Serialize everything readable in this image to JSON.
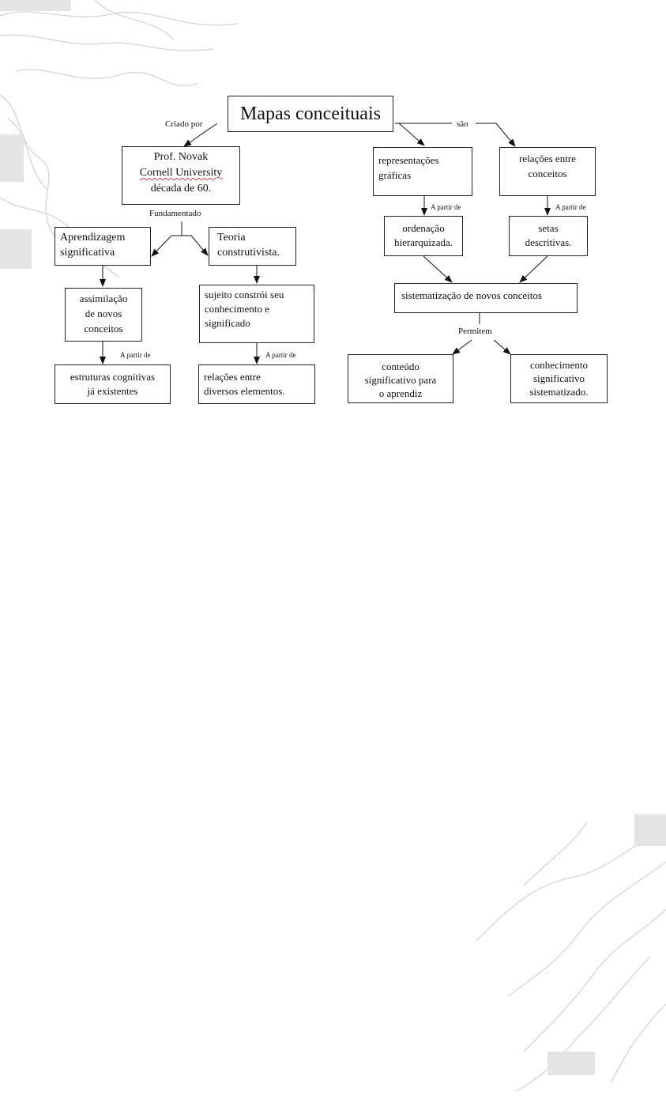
{
  "title": "Mapas conceituais",
  "link_labels": {
    "criado_por": "Criado por",
    "sao": "são",
    "fundamentado": "Fundamentado",
    "a_partir_de": "A partir de",
    "permitem": "Permitem"
  },
  "nodes": {
    "novak": [
      "Prof. Novak",
      "Cornell University",
      "década de 60."
    ],
    "representacoes": [
      "representações",
      "gráficas"
    ],
    "relacoes_conceitos": [
      "relações entre",
      "conceitos"
    ],
    "aprendizagem": [
      "Aprendizagem",
      "significativa"
    ],
    "teoria": [
      "Teoria",
      "construtivista."
    ],
    "ordenacao": [
      "ordenação",
      "hierarquizada."
    ],
    "setas": [
      "setas",
      "descritivas."
    ],
    "assimilacao": [
      "assimilação",
      "de novos",
      "conceitos"
    ],
    "sujeito": [
      "sujeito constrói seu",
      "conhecimento e",
      "significado"
    ],
    "sistematizacao": [
      "sistematização de novos conceitos"
    ],
    "estruturas": [
      "estruturas cognitivas",
      "já existentes"
    ],
    "relacoes_elementos": [
      "relações entre",
      "diversos elementos."
    ],
    "conteudo": [
      "conteúdo",
      "significativo para",
      "o aprendiz"
    ],
    "conhecimento": [
      "conhecimento",
      "significativo",
      "sistematizado."
    ]
  }
}
